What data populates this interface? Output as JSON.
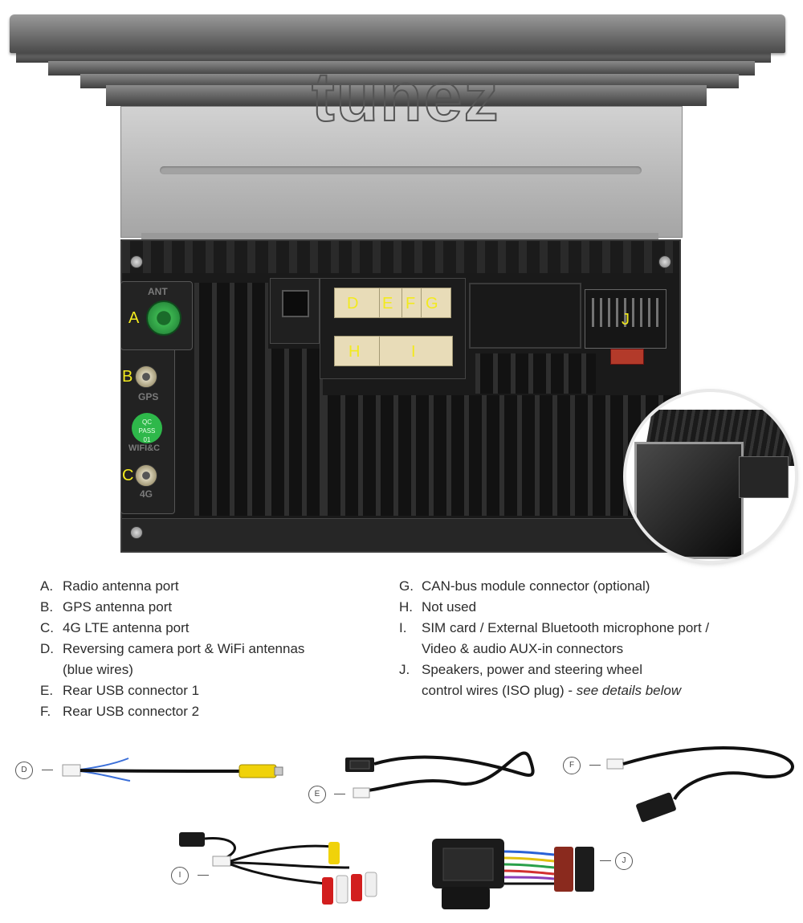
{
  "watermark": "tunez",
  "photo": {
    "ant_label": "ANT",
    "gps_label": "GPS",
    "lte_label": "4G",
    "wifi_label": "WIFI&C",
    "sticker_lines": [
      "QC",
      "PASS",
      "01"
    ],
    "port_letters": [
      "A",
      "B",
      "C",
      "D",
      "E",
      "F",
      "G",
      "H",
      "I",
      "J"
    ]
  },
  "legend_left": [
    {
      "key": "A.",
      "text": "Radio antenna port"
    },
    {
      "key": "B.",
      "text": "GPS antenna port"
    },
    {
      "key": "C.",
      "text": "4G LTE antenna port"
    },
    {
      "key": "D.",
      "text": "Reversing camera port & WiFi antennas"
    },
    {
      "key": "",
      "text": "(blue wires)"
    },
    {
      "key": "E.",
      "text": "Rear USB connector 1"
    },
    {
      "key": "F.",
      "text": "Rear USB connector 2"
    }
  ],
  "legend_right": [
    {
      "key": "G.",
      "text": "CAN-bus module connector (optional)"
    },
    {
      "key": "H.",
      "text": "Not used"
    },
    {
      "key": "I.",
      "text": "SIM card / External Bluetooth microphone port /"
    },
    {
      "key": "",
      "text": "Video & audio AUX-in connectors"
    },
    {
      "key": "J.",
      "text": "Speakers, power and steering wheel"
    },
    {
      "key": "",
      "text": "control wires (ISO plug) - ",
      "em": "see details below"
    }
  ],
  "accessories": {
    "d_label": "D",
    "e_label": "E",
    "f_label": "F",
    "i_label": "I",
    "j_label": "J"
  },
  "colors": {
    "letter": "#f2ea1e",
    "green_port": "#2e9a43",
    "connector": "#e8dcb8",
    "rca_yellow": "#f0d20a",
    "rca_red": "#d21e1e",
    "rca_white": "#efefef"
  }
}
